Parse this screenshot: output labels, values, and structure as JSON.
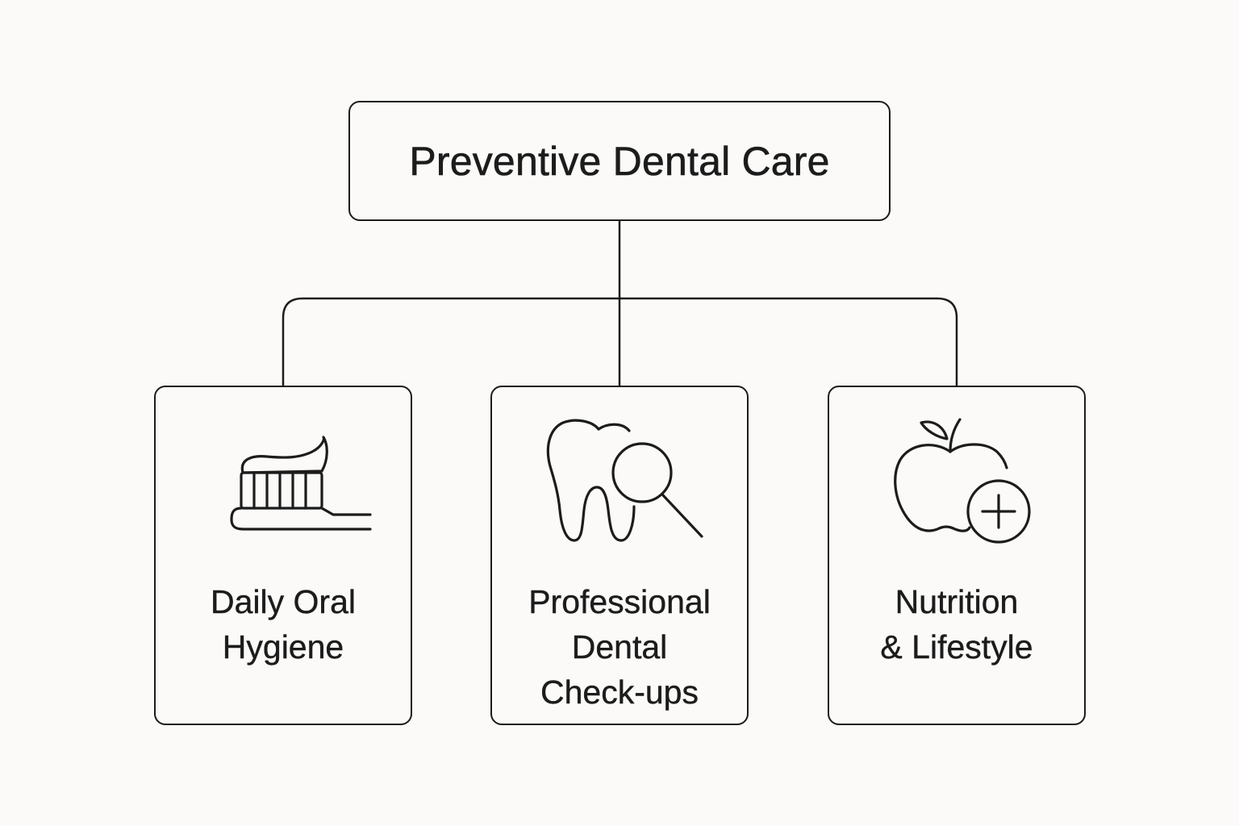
{
  "root": {
    "title": "Preventive Dental Care"
  },
  "children": [
    {
      "icon": "toothbrush-icon",
      "label_lines": [
        "Daily Oral",
        "Hygiene"
      ]
    },
    {
      "icon": "tooth-magnifier-icon",
      "label_lines": [
        "Professional",
        "Dental",
        "Check-ups"
      ]
    },
    {
      "icon": "apple-plus-icon",
      "label_lines": [
        "Nutrition",
        "& Lifestyle"
      ]
    }
  ],
  "colors": {
    "stroke": "#1c1c1c",
    "background": "#fbfaf8"
  }
}
